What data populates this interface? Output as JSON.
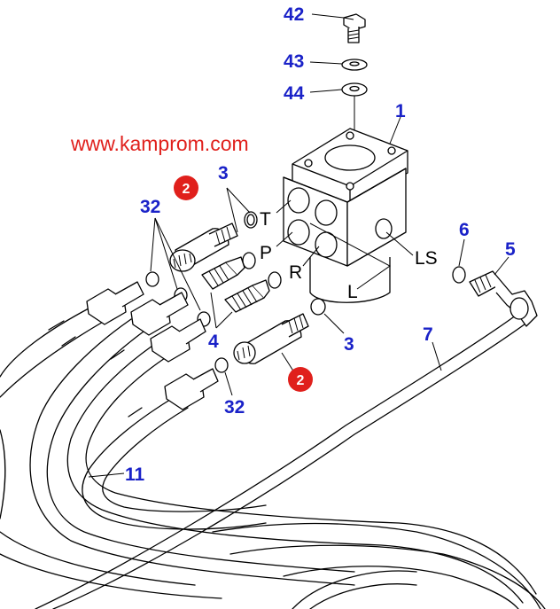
{
  "watermark": "www.kamprom.com",
  "port_labels": {
    "t": "T",
    "p": "P",
    "r": "R",
    "ls": "LS",
    "l": "L"
  },
  "callouts": {
    "c42": "42",
    "c43": "43",
    "c44": "44",
    "c1": "1",
    "c3_top": "3",
    "c32_top": "32",
    "c6": "6",
    "c5": "5",
    "c7": "7",
    "c4": "4",
    "c3_bottom": "3",
    "c32_bottom": "32",
    "c11": "11"
  },
  "badges": {
    "b2_top": "2",
    "b2_bottom": "2"
  },
  "colors": {
    "callout_text": "#1a22c8",
    "watermark_text": "#e0201c",
    "badge_fill": "#e0201c",
    "line_art": "#000000"
  }
}
